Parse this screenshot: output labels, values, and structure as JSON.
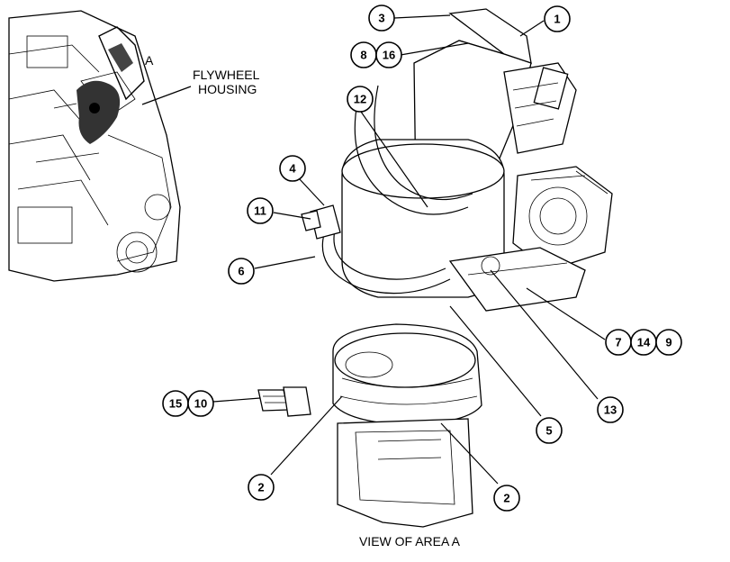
{
  "inset": {
    "area_letter": "A",
    "flywheel_label_line1": "FLYWHEEL",
    "flywheel_label_line2": "HOUSING"
  },
  "caption": "VIEW OF AREA A",
  "callouts": {
    "c1": "1",
    "c2a": "2",
    "c2b": "2",
    "c3": "3",
    "c4": "4",
    "c5": "5",
    "c6": "6",
    "c7": "7",
    "c8": "8",
    "c9": "9",
    "c10": "10",
    "c11": "11",
    "c12": "12",
    "c13": "13",
    "c14": "14",
    "c15": "15",
    "c16": "16"
  }
}
